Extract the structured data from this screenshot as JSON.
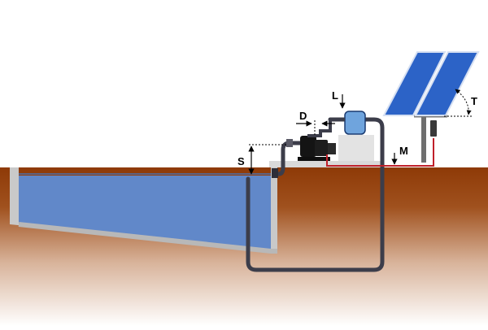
{
  "labels": {
    "suction_height": "S",
    "distance": "D",
    "level": "L",
    "cable": "M",
    "tilt": "T"
  },
  "colors": {
    "soil_top": "#8e3a07",
    "soil_fade": "#ffffff",
    "water": "#6188c9",
    "pool_wall": "#c9c9c9",
    "pipe": "#3c3d4a",
    "cable": "#c0202a",
    "panel": "#2c63c7",
    "panel_frame": "#d6e0f2",
    "tank": "#6fa4dd",
    "pump": "#141414",
    "base": "#e3e3e3",
    "pole": "#6f6f6f"
  }
}
